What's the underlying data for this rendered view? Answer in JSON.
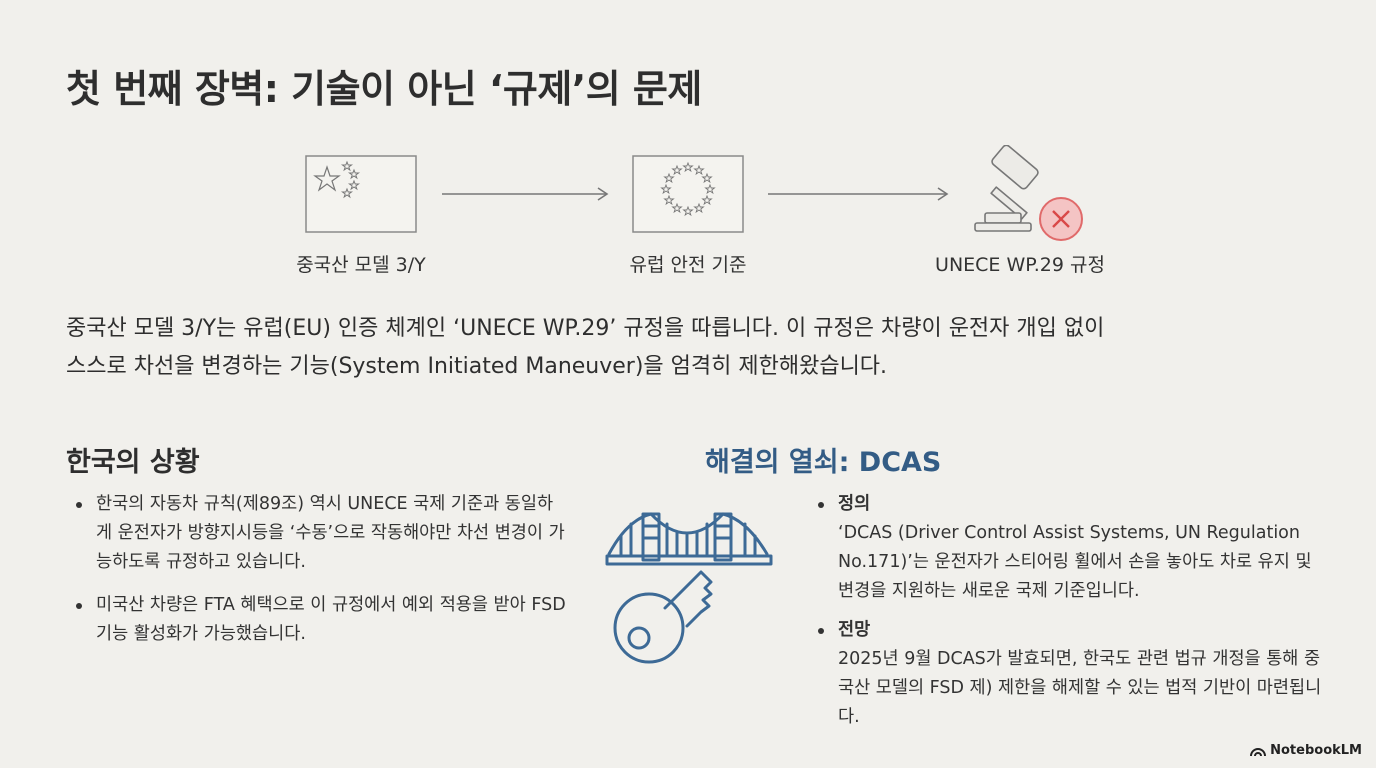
{
  "title": "첫 번째 장벽: 기술이 아닌 ‘규제’의 문제",
  "flow": {
    "items": [
      {
        "label": "중국산 모델 3/Y",
        "icon": "china-flag-icon"
      },
      {
        "label": "유럽 안전 기준",
        "icon": "eu-flag-icon"
      },
      {
        "label": "UNECE WP.29 규정",
        "icon": "gavel-reject-icon"
      }
    ],
    "arrow_icon": "arrow-right-icon"
  },
  "intro": {
    "line1": "중국산 모델 3/Y는 유럽(EU) 인증 체계인 ‘UNECE WP.29’ 규정을 따릅니다. 이 규정은 차량이 운전자 개입 없이",
    "line2": "스스로 차선을 변경하는 기능(System Initiated Maneuver)을 엄격히 제한해왔습니다."
  },
  "korea": {
    "heading": "한국의 상황",
    "bullets": [
      "한국의 자동차 규칙(제89조) 역시 UNECE 국제 기준과 동일하게 운전자가 방향지시등을 ‘수동’으로 작동해야만 차선 변경이 가능하도록 규정하고 있습니다.",
      "미국산 차량은 FTA 혜택으로 이 규정에서 예외 적용을 받아 FSD 기능 활성화가 가능했습니다."
    ]
  },
  "dcas": {
    "heading": "해결의 열쇠: DCAS",
    "icon": "bridge-key-icon",
    "items": [
      {
        "heading": "정의",
        "text": "‘DCAS (Driver Control Assist Systems, UN Regulation No.171)’는 운전자가 스티어링 휠에서 손을 놓아도 차로 유지 및 변경을 지원하는 새로운 국제 기준입니다."
      },
      {
        "heading": "전망",
        "text": "2025년 9월 DCAS가 발효되면, 한국도 관련 법규 개정을 통해 중국산 모델의 FSD 제) 제한을 해제할 수 있는 법적 기반이 마련됩니다."
      }
    ]
  },
  "brand": {
    "name": "NotebookLM",
    "icon": "notebooklm-logo-icon"
  },
  "colors": {
    "background": "#f1f0ec",
    "accent": "#335c85",
    "reject": "#e06a6a"
  }
}
